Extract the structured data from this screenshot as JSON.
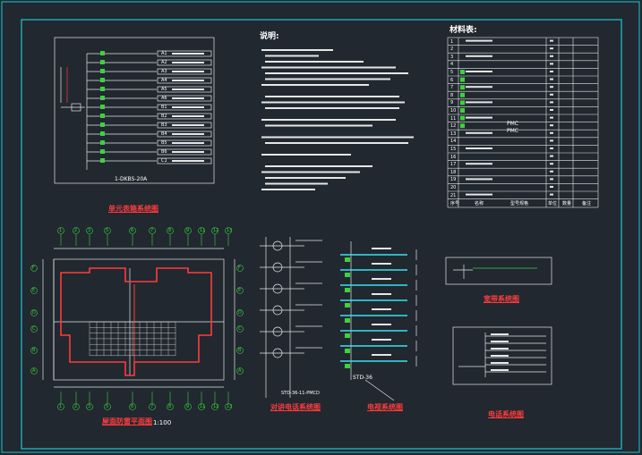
{
  "drawing": {
    "colors": {
      "background": "#212830",
      "frame": "#19c6d6",
      "lines": "#e6e6e6",
      "annotation": "#ff3b3b",
      "breaker": "#3fd13f",
      "riser": "#35e3f0"
    },
    "titles": {
      "meter_box": "单元表箱系统图",
      "notes": "说明:",
      "materials": "材料表:",
      "roof_plan": "屋面防雷平面图",
      "roof_scale": "1:100",
      "intercom": "对讲电话系统图",
      "tv": "电视系统图",
      "broadband": "宽带系统图",
      "telephone": "电话系统图"
    },
    "meter_box": {
      "cable_label": "1-DKBS-20A",
      "circuits": [
        "A1",
        "A2",
        "A3",
        "A4",
        "A5",
        "A6",
        "B1",
        "B2",
        "B3",
        "B4",
        "B5",
        "B6",
        "C1"
      ]
    },
    "materials_table": {
      "rows": [
        "1",
        "2",
        "3",
        "4",
        "5",
        "6",
        "7",
        "8",
        "9",
        "10",
        "11",
        "12",
        "13",
        "14",
        "15",
        "16",
        "17",
        "18",
        "19",
        "20",
        "21"
      ],
      "items": [
        "PMC",
        "PMC"
      ],
      "footer": [
        "序号",
        "名称",
        "型号规格",
        "单位",
        "数量",
        "备注"
      ]
    },
    "tv": {
      "tag": "STD-36"
    },
    "intercom": {
      "tag": "STD-36-11-PMCD"
    },
    "axes": {
      "top": [
        "1",
        "2",
        "3",
        "5",
        "6",
        "7",
        "8",
        "9",
        "11",
        "12",
        "13"
      ],
      "bottom": [
        "1",
        "2",
        "3",
        "5",
        "6",
        "7",
        "8",
        "9",
        "11",
        "12",
        "13"
      ],
      "left": [
        "F",
        "E",
        "D",
        "C",
        "B",
        "A"
      ],
      "right": [
        "F",
        "E",
        "D",
        "C",
        "B",
        "A"
      ]
    }
  }
}
